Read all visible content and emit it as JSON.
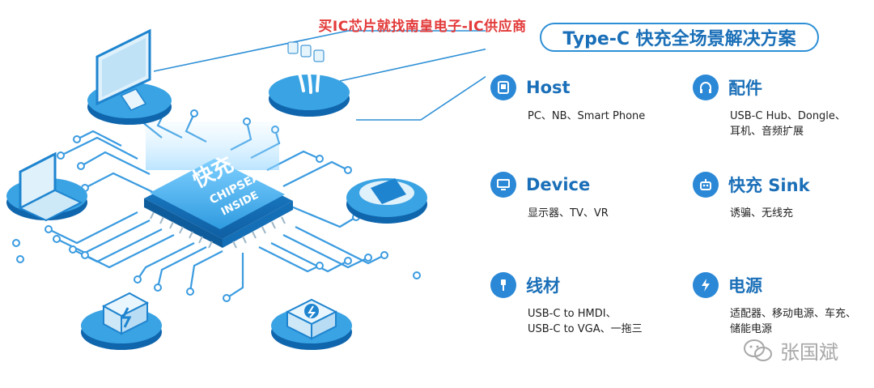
{
  "banner": "买IC芯片就找南皇电子-IC供应商",
  "title": "Type-C 快充全场景解决方案",
  "chip": {
    "line1": "快充",
    "line2": "CHIPSEA",
    "line3": "INSIDE"
  },
  "categories": [
    {
      "title": "Host",
      "icon": "tablet-icon",
      "lines": [
        "PC、NB、Smart Phone"
      ]
    },
    {
      "title": "配件",
      "icon": "headphones-icon",
      "lines": [
        "USB-C Hub、Dongle、",
        "耳机、音频扩展"
      ]
    },
    {
      "title": "Device",
      "icon": "monitor-icon",
      "lines": [
        "显示器、TV、VR"
      ]
    },
    {
      "title": "快充 Sink",
      "icon": "robot-icon",
      "lines": [
        "诱骗、无线充"
      ]
    },
    {
      "title": "线材",
      "icon": "cable-icon",
      "lines": [
        "USB-C to HMDI、",
        "USB-C to VGA、一拖三"
      ]
    },
    {
      "title": "电源",
      "icon": "lightning-icon",
      "lines": [
        "适配器、移动电源、车充、",
        "储能电源"
      ]
    }
  ],
  "watermark": "张国斌",
  "colors": {
    "accent": "#1a6fb8",
    "icon_bg": "#2a88d6",
    "banner": "#e33a3a",
    "platform": "#3aa3e3"
  }
}
